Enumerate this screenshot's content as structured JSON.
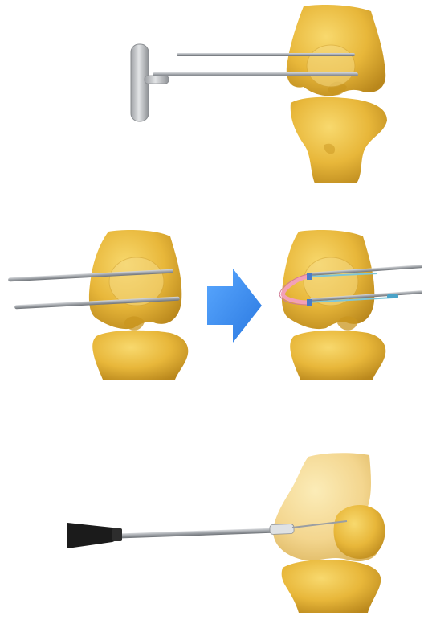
{
  "figure": {
    "panels": [
      {
        "step": "guide-pin-insertion",
        "tool": "t-handle-pin-driver",
        "pins": 2
      },
      {
        "step": "pin-exchange",
        "pins_before": 2,
        "pins_after": 2,
        "graft_color": "#f2a0b8"
      },
      {
        "step": "screw-fixation",
        "tool": "screwdriver"
      }
    ],
    "colors": {
      "bone": "#e8b73a",
      "bone_shadow": "#b8861a",
      "bone_highlight": "#f6d46a",
      "pin": "#9a9ea3",
      "arrow": "#3a8ff0",
      "graft": "#f2a0b8",
      "suture": "#7ec6d8",
      "handle": "#c7c9cb",
      "driver_tip": "#1b1b1b"
    }
  }
}
